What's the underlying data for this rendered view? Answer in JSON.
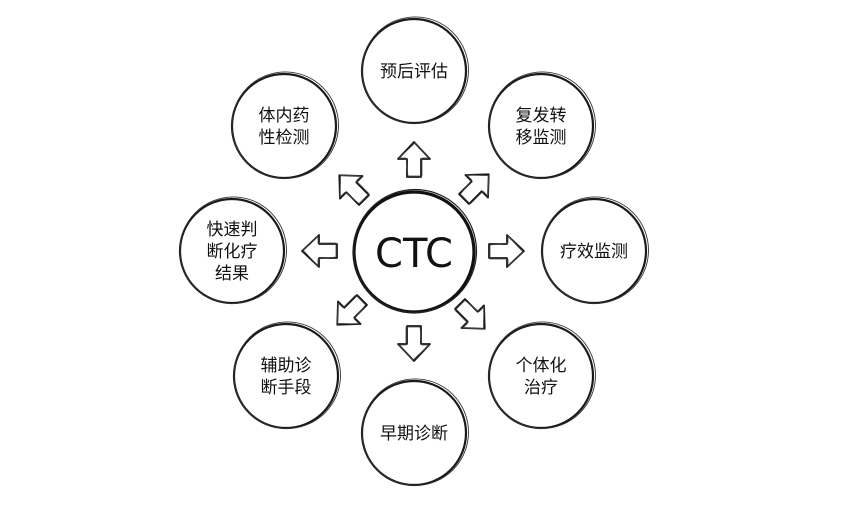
{
  "center": {
    "label": "CTC"
  },
  "nodes": [
    {
      "id": "prognosis",
      "lines": [
        "预后评估"
      ]
    },
    {
      "id": "recurrence",
      "lines": [
        "复发转",
        "移监测"
      ]
    },
    {
      "id": "efficacy",
      "lines": [
        "疗效监测"
      ]
    },
    {
      "id": "personalized",
      "lines": [
        "个体化",
        "治疗"
      ]
    },
    {
      "id": "early-diagnosis",
      "lines": [
        "早期诊断"
      ]
    },
    {
      "id": "auxiliary",
      "lines": [
        "辅助诊",
        "断手段"
      ]
    },
    {
      "id": "quick-judgment",
      "lines": [
        "快速判",
        "断化疗",
        "结果"
      ]
    },
    {
      "id": "drug-sensitivity",
      "lines": [
        "体内药",
        "性检测"
      ]
    }
  ],
  "colors": {
    "stroke": "#1a1a1a",
    "fill": "#ffffff",
    "text": "#111111"
  }
}
